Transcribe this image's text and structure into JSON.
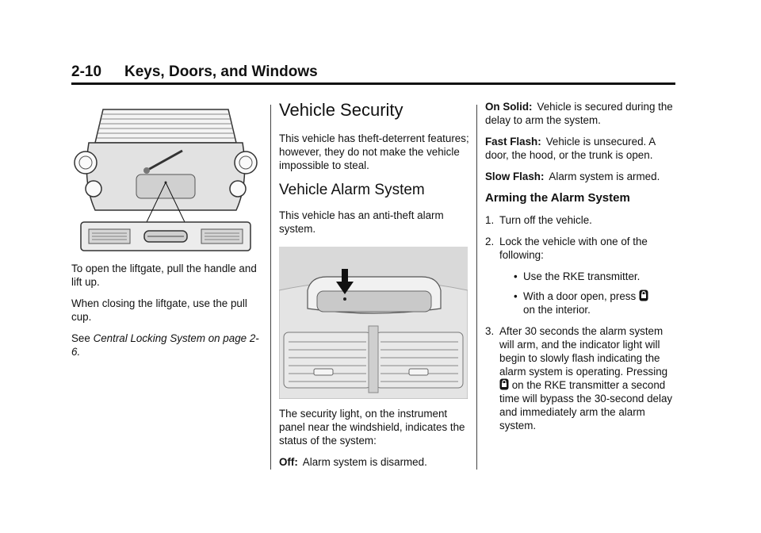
{
  "header": {
    "page_number": "2-10",
    "section_title": "Keys, Doors, and Windows"
  },
  "col1": {
    "para1": "To open the liftgate, pull the handle and lift up.",
    "para2": "When closing the liftgate, use the pull cup.",
    "see_prefix": "See",
    "see_ref": "Central Locking System on page 2-6."
  },
  "col2": {
    "heading_security": "Vehicle Security",
    "security_text": "This vehicle has theft-deterrent features; however, they do not make the vehicle impossible to steal.",
    "heading_alarm": "Vehicle Alarm System",
    "alarm_text": "This vehicle has an anti-theft alarm system.",
    "security_light_text": "The security light, on the instrument panel near the windshield, indicates the status of the system:",
    "off_label": "Off:",
    "off_text": "Alarm system is disarmed."
  },
  "col3": {
    "solid_label": "On Solid:",
    "solid_text": "Vehicle is secured during the delay to arm the system.",
    "fast_label": "Fast Flash:",
    "fast_text": "Vehicle is unsecured. A door, the hood, or the trunk is open.",
    "slow_label": "Slow Flash:",
    "slow_text": "Alarm system is armed.",
    "arming_heading": "Arming the Alarm System",
    "step1_num": "1.",
    "step1": "Turn off the vehicle.",
    "step2_num": "2.",
    "step2": "Lock the vehicle with one of the following:",
    "bullet_char": "•",
    "bullet1": "Use the RKE transmitter.",
    "bullet2_a": "With a door open, press",
    "bullet2_b": "on the interior.",
    "step3_num": "3.",
    "step3_a": "After 30 seconds the alarm system will arm, and the indicator light will begin to slowly flash indicating the alarm system is operating. Pressing",
    "step3_b": "on the RKE transmitter a second time will bypass the 30-second delay and immediately arm the alarm system."
  },
  "icons": {
    "lock_key": "lock-key-icon"
  }
}
